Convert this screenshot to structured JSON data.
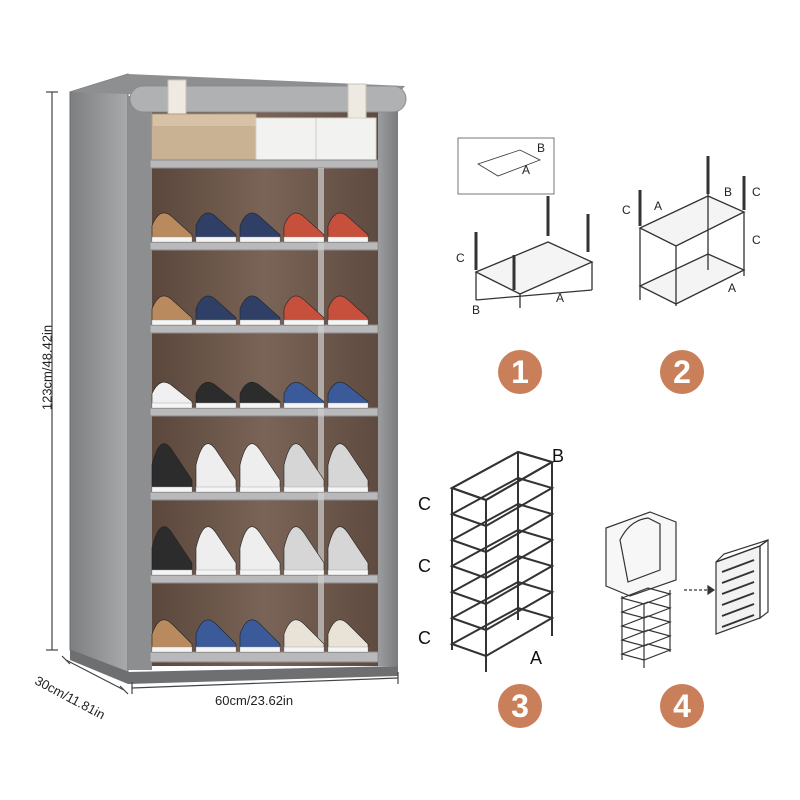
{
  "dimensions": {
    "height": "123cm/48.42in",
    "width": "60cm/23.62in",
    "depth": "30cm/11.81in"
  },
  "steps": [
    {
      "number": "1",
      "labels": [
        "B",
        "A",
        "C",
        "B",
        "A"
      ]
    },
    {
      "number": "2",
      "labels": [
        "C",
        "A",
        "B",
        "C",
        "C",
        "A"
      ]
    },
    {
      "number": "3",
      "labels": [
        "B",
        "C",
        "C",
        "C",
        "A"
      ]
    },
    {
      "number": "4",
      "labels": []
    }
  ],
  "colors": {
    "cover_grey": "#9a9b9d",
    "interior_brown": "#6b564a",
    "step_badge": "#c9805a"
  }
}
